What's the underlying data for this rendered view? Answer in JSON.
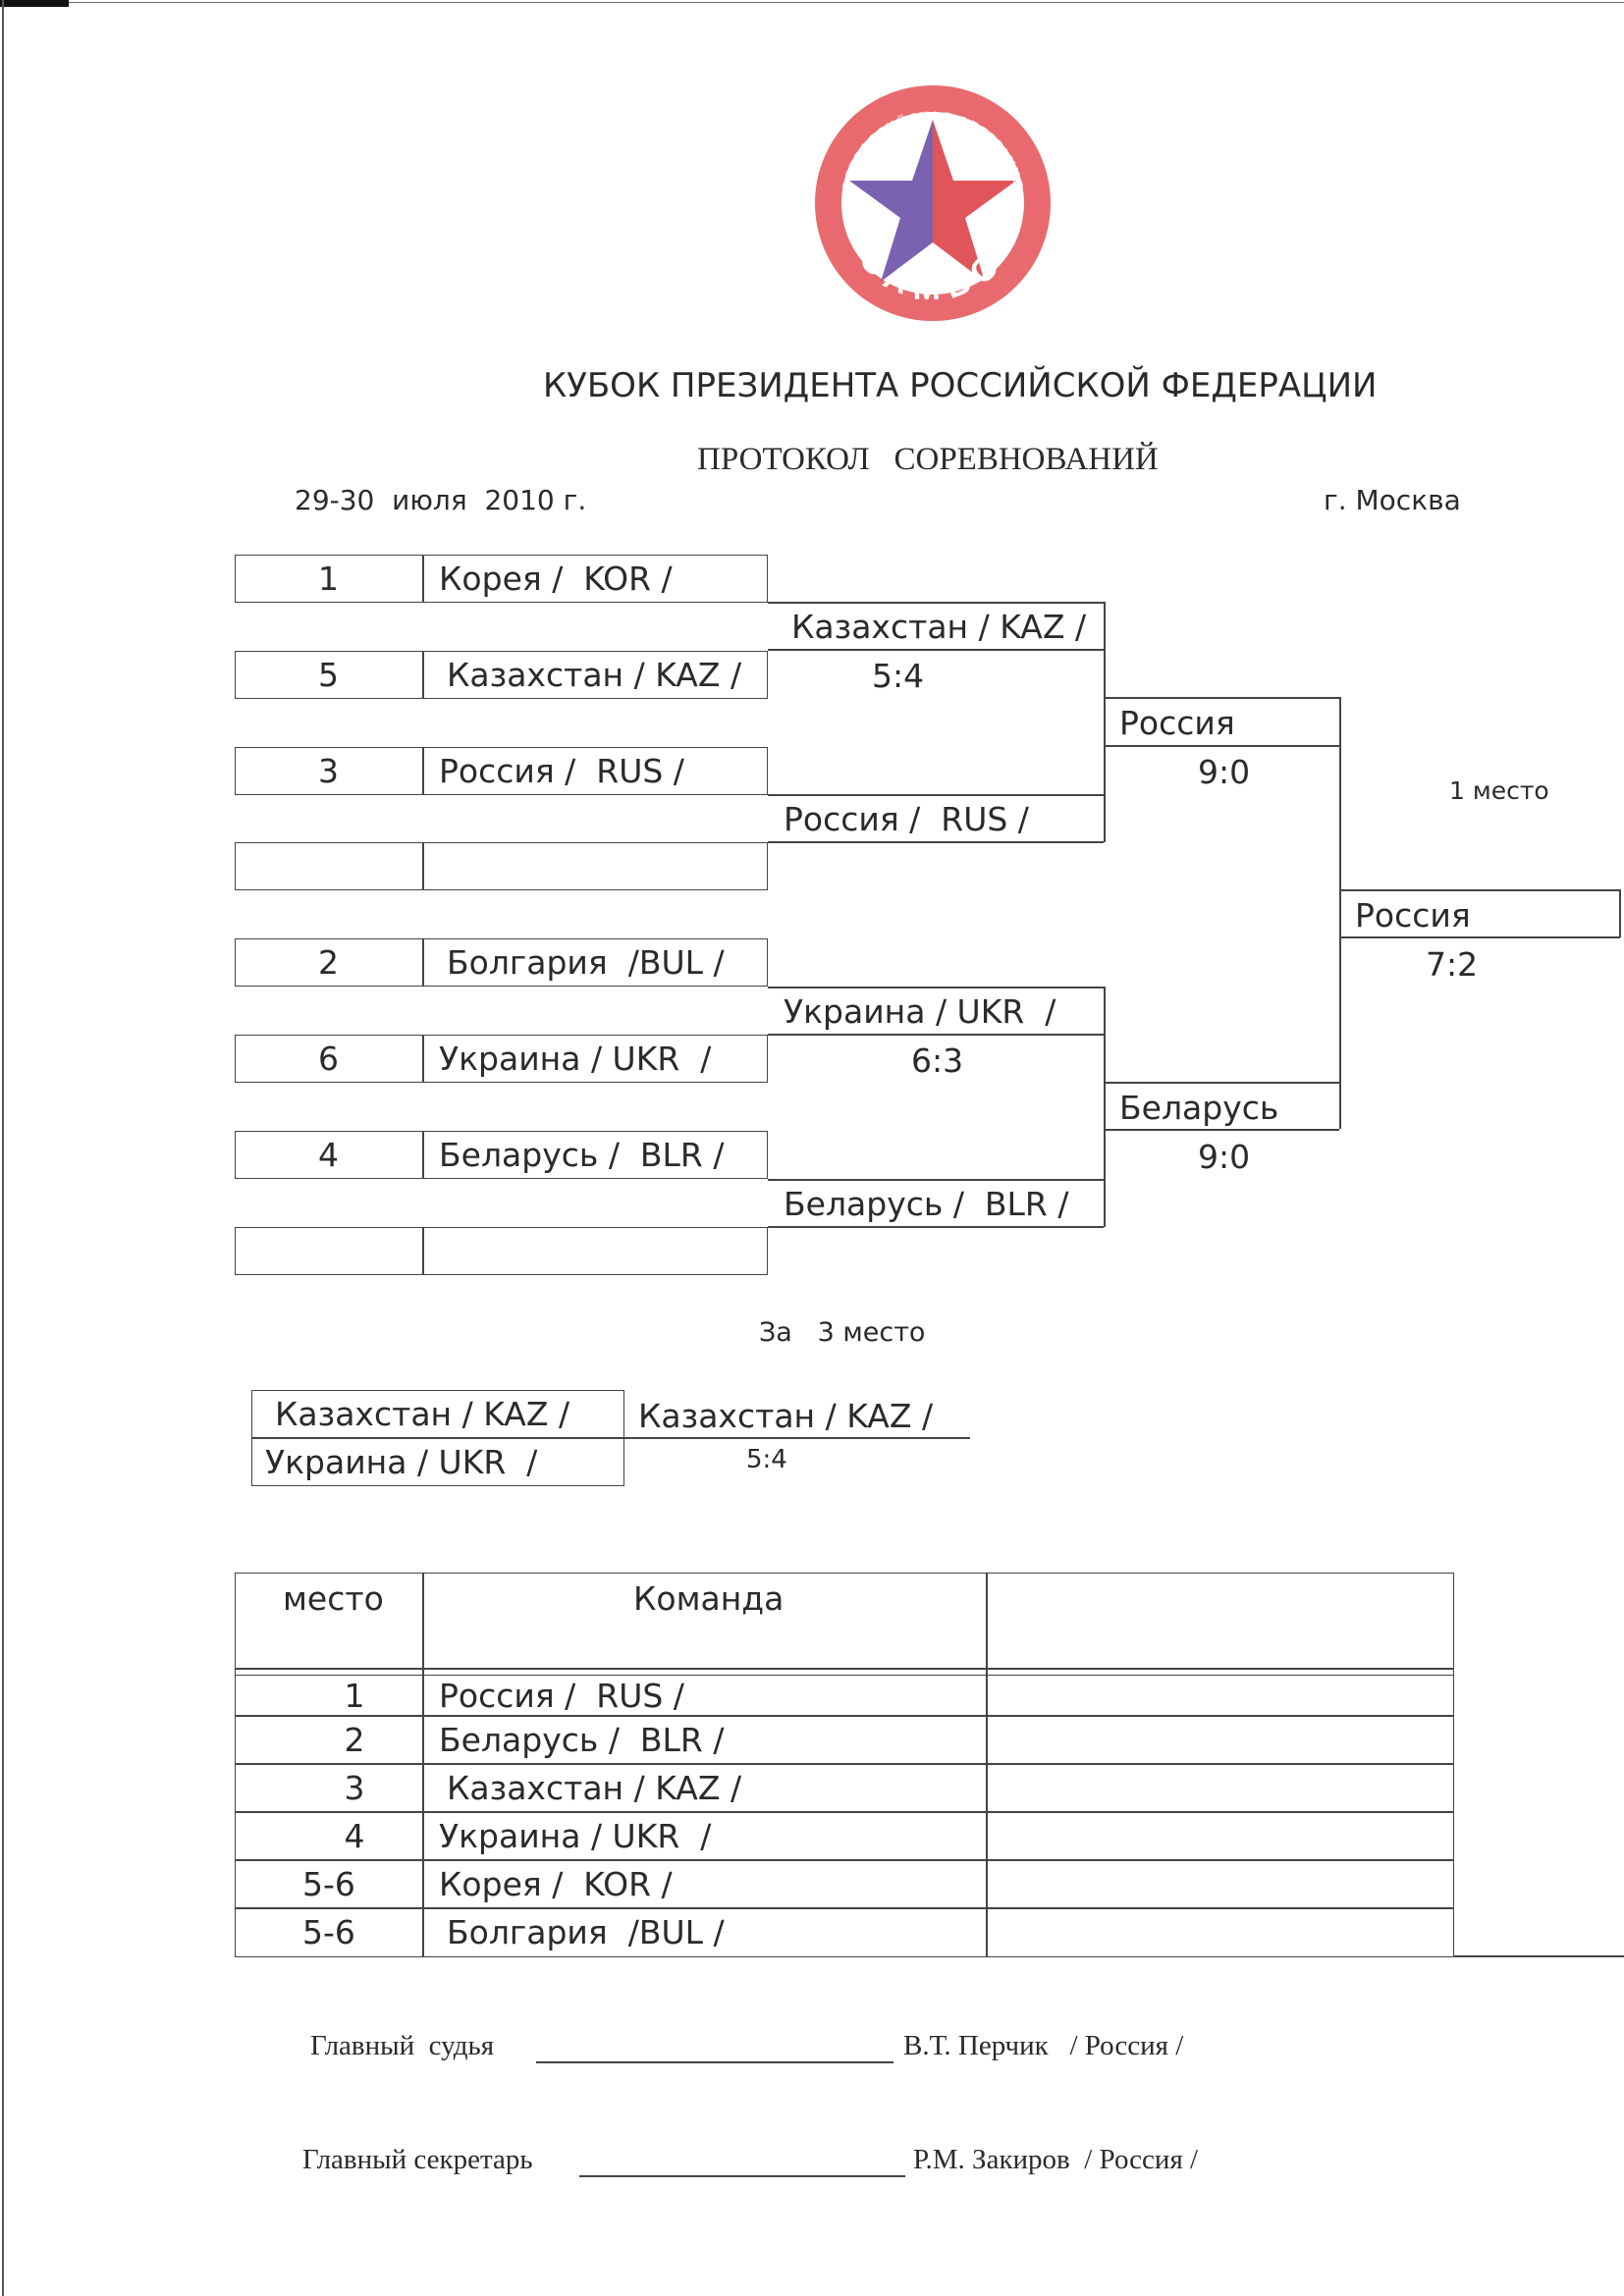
{
  "logo": {
    "top_text": "ВСЕРОССИЙСКАЯ ФЕДЕРАЦИЯ",
    "bottom_text": "САМБО",
    "colors": {
      "ring": "#e86a6e",
      "star_left": "#7b62b0",
      "star_right": "#e0555a"
    }
  },
  "header": {
    "title": "КУБОК  ПРЕЗИДЕНТА РОССИЙСКОЙ ФЕДЕРАЦИИ",
    "subtitle": "ПРОТОКОЛ   СОРЕВНОВАНИЙ",
    "date": "29-30  июля  2010 г.",
    "city": "г. Москва"
  },
  "bracket": {
    "entries": [
      {
        "seed": "1",
        "team": "Корея /  KOR /"
      },
      {
        "seed": "5",
        "team": "Казахстан / KAZ /"
      },
      {
        "seed": "3",
        "team": "Россия /  RUS /"
      },
      {
        "seed": "",
        "team": ""
      },
      {
        "seed": "2",
        "team": "Болгария  /BUL /"
      },
      {
        "seed": "6",
        "team": "Украина / UKR  /"
      },
      {
        "seed": "4",
        "team": "Беларусь /  BLR /"
      },
      {
        "seed": "",
        "team": ""
      }
    ],
    "round2": [
      {
        "winner": "Казахстан / KAZ /",
        "score": "5:4"
      },
      {
        "winner": "Россия /  RUS /",
        "score": ""
      },
      {
        "winner": "Украина / UKR  /",
        "score": "6:3"
      },
      {
        "winner": "Беларусь /  BLR /",
        "score": ""
      }
    ],
    "semifinals": [
      {
        "winner": "Россия",
        "score": "9:0"
      },
      {
        "winner": "Беларусь",
        "score": "9:0"
      }
    ],
    "final": {
      "winner": "Россия",
      "score": "7:2",
      "label": "1 место"
    }
  },
  "third_place": {
    "label": "За   3 место",
    "team1": "Казахстан / KAZ /",
    "team2": "Украина / UKR  /",
    "winner": "Казахстан / KAZ /",
    "score": "5:4"
  },
  "standings": {
    "headers": {
      "place": "место",
      "team": "Команда",
      "extra": ""
    },
    "rows": [
      {
        "place": "1",
        "team": "Россия /  RUS /"
      },
      {
        "place": "2",
        "team": "Беларусь /  BLR /"
      },
      {
        "place": "3",
        "team": "Казахстан / KAZ /"
      },
      {
        "place": "4",
        "team": "Украина / UKR  /"
      },
      {
        "place": "5-6",
        "team": "Корея /  KOR /"
      },
      {
        "place": "5-6",
        "team": "Болгария  /BUL /"
      }
    ]
  },
  "signatures": {
    "judge_label": "Главный  судья",
    "judge_name": "В.Т. Перчик   / Россия /",
    "secretary_label": "Главный секретарь",
    "secretary_name": "Р.М. Закиров  / Россия /"
  }
}
